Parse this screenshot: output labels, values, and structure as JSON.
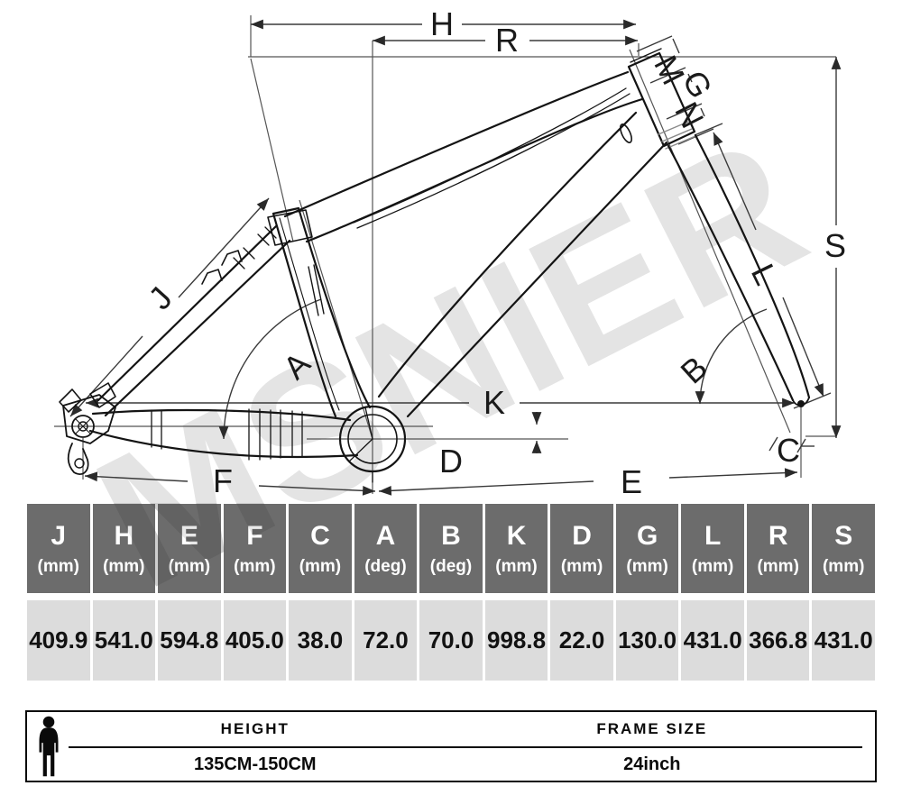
{
  "watermark": {
    "text": "MSNIER"
  },
  "diagram": {
    "labels": {
      "H": "H",
      "R": "R",
      "M": "M",
      "G": "G",
      "N": "N",
      "S": "S",
      "L": "L",
      "J": "J",
      "A": "A",
      "B": "B",
      "C": "C",
      "D": "D",
      "K": "K",
      "E": "E",
      "F": "F"
    }
  },
  "table": {
    "columns": [
      {
        "key": "J",
        "unit": "(mm)",
        "value": "409.9"
      },
      {
        "key": "H",
        "unit": "(mm)",
        "value": "541.0"
      },
      {
        "key": "E",
        "unit": "(mm)",
        "value": "594.8"
      },
      {
        "key": "F",
        "unit": "(mm)",
        "value": "405.0"
      },
      {
        "key": "C",
        "unit": "(mm)",
        "value": "38.0"
      },
      {
        "key": "A",
        "unit": "(deg)",
        "value": "72.0"
      },
      {
        "key": "B",
        "unit": "(deg)",
        "value": "70.0"
      },
      {
        "key": "K",
        "unit": "(mm)",
        "value": "998.8"
      },
      {
        "key": "D",
        "unit": "(mm)",
        "value": "22.0"
      },
      {
        "key": "G",
        "unit": "(mm)",
        "value": "130.0"
      },
      {
        "key": "L",
        "unit": "(mm)",
        "value": "431.0"
      },
      {
        "key": "R",
        "unit": "(mm)",
        "value": "366.8"
      },
      {
        "key": "S",
        "unit": "(mm)",
        "value": "431.0"
      }
    ]
  },
  "sizing": {
    "height_label": "HEIGHT",
    "height_value": "135CM-150CM",
    "frame_label": "FRAME SIZE",
    "frame_value": "24inch"
  },
  "colors": {
    "header_bg": "#6c6c6c",
    "row_bg": "#dcdcdc",
    "line": "#1a1a1a",
    "watermark": "#e4e4e4"
  }
}
